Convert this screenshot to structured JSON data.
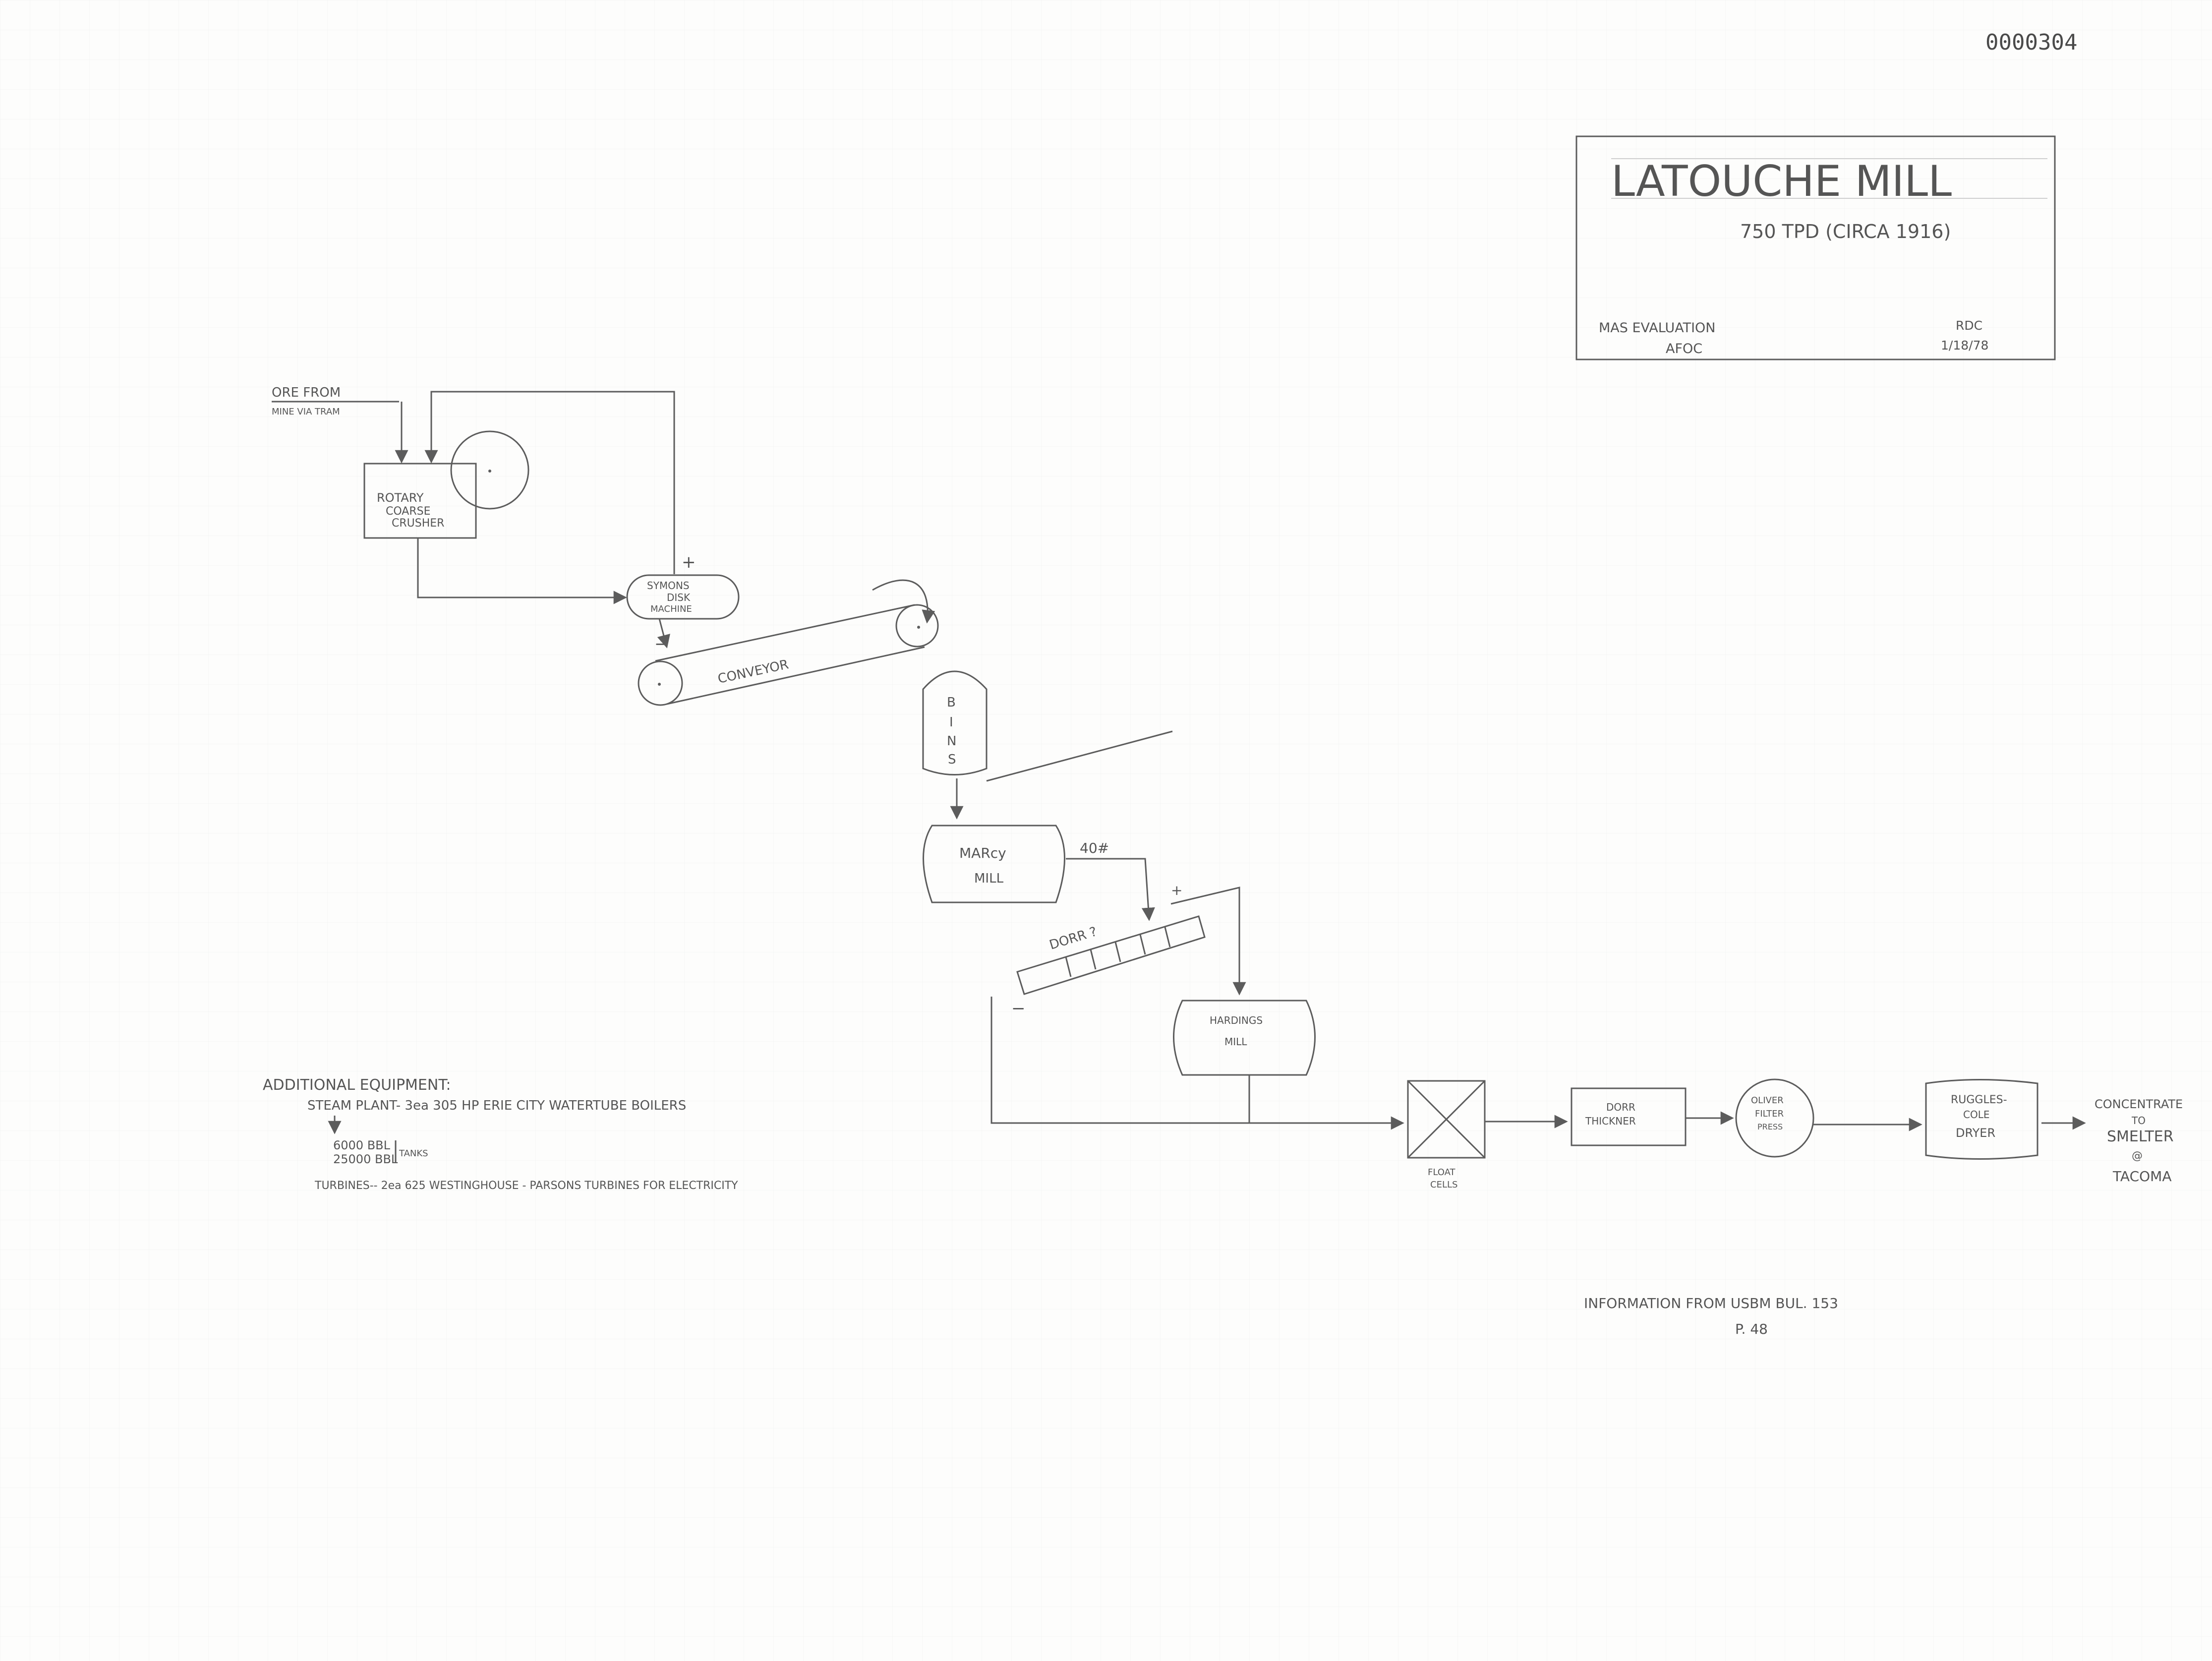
{
  "doc_number": "0000304",
  "title_block": {
    "title": "LATOUCHE MILL",
    "subtitle": "750 TPD (CIRCA 1916)",
    "left_line1": "MAS EVALUATION",
    "left_line2": "AFOC",
    "right_line1": "RDC",
    "right_line2": "1/18/78"
  },
  "labels": {
    "ore_line1": "ORE FROM",
    "ore_line2": "MINE VIA TRAM",
    "crusher_line1": "ROTARY",
    "crusher_line2": "COARSE",
    "crusher_line3": "CRUSHER",
    "symons_line1": "SYMONS",
    "symons_line2": "DISK",
    "symons_line3": "MACHINE",
    "plus_symons": "+",
    "minus_symons": "−",
    "conveyor": "CONVEYOR",
    "bins_1": "B",
    "bins_2": "I",
    "bins_3": "N",
    "bins_4": "S",
    "marcy_line1": "MARcy",
    "marcy_line2": "MILL",
    "mesh": "40#",
    "dorr_label": "DORR ?",
    "plus_dorr": "+",
    "minus_dorr": "−",
    "hardinge_line1": "HARDINGS",
    "hardinge_line2": "MILL",
    "float_line1": "FLOAT",
    "float_line2": "CELLS",
    "thickener_line1": "DORR",
    "thickener_line2": "THICKNER",
    "oliver_line1": "OLIVER",
    "oliver_line2": "FILTER",
    "oliver_line3": "PRESS",
    "dryer_line1": "RUGGLES-",
    "dryer_line2": "COLE",
    "dryer_line3": "DRYER",
    "concentrate_line1": "CONCENTRATE",
    "concentrate_line2": "TO",
    "concentrate_line3": "SMELTER",
    "concentrate_line4": "@",
    "concentrate_line5": "TACOMA"
  },
  "notes": {
    "heading": "ADDITIONAL EQUIPMENT:",
    "steam": "STEAM PLANT- 3ea 305 HP ERIE CITY WATERTUBE BOILERS",
    "tank1": "6000 BBL",
    "tank2": "25000 BBL",
    "tanks": "TANKS",
    "turbines": "TURBINES-- 2ea 625 WESTINGHOUSE - PARSONS TURBINES FOR ELECTRICITY"
  },
  "source_line1": "INFORMATION FROM USBM BUL. 153",
  "source_line2": "P. 48"
}
